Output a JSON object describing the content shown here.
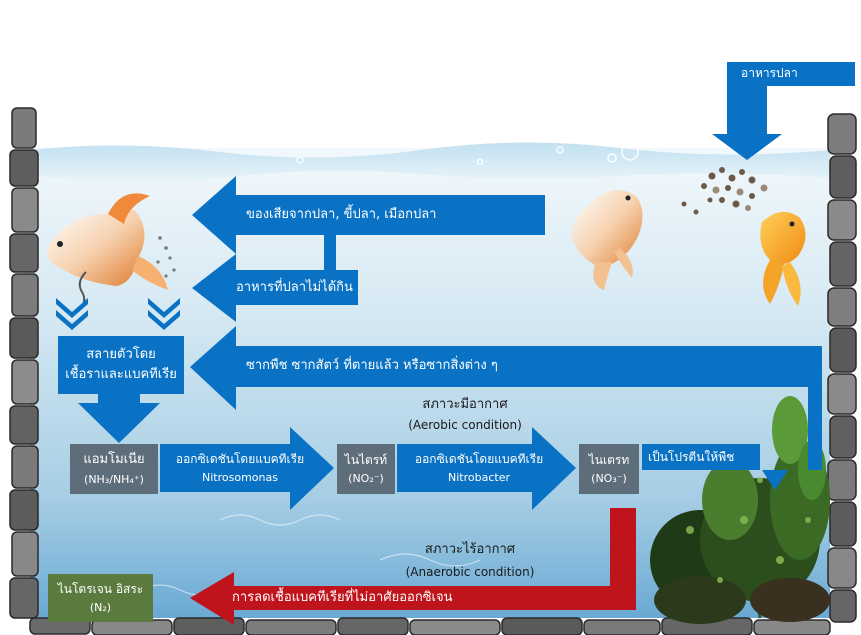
{
  "labels": {
    "fish_food": "อาหารปลา",
    "fish_waste": "ของเสียจากปลา, ขี้ปลา, เมือกปลา",
    "uneaten_food": "อาหารที่ปลาไม่ได้กิน",
    "dead_matter": "ซากพืช ซากสัตว์ ที่ตายแล้ว หรือซากสิ่งต่าง ๆ",
    "decompose_line1": "สลายตัวโดย",
    "decompose_line2": "เชื้อราและแบคทีเรีย",
    "aerobic_th": "สภาวะมีอากาศ",
    "aerobic_en": "(Aerobic condition)",
    "ammonia_th": "แอมโมเนีย",
    "ammonia_formula": "(NH₃/NH₄⁺)",
    "oxidize1_th": "ออกซิเดชันโดยแบคทีเรีย",
    "oxidize1_en": "Nitrosomonas",
    "nitrite_th": "ไนไตรท์",
    "nitrite_formula": "(NO₂⁻)",
    "oxidize2_th": "ออกซิเดชันโดยแบคทีเรีย",
    "oxidize2_en": "Nitrobacter",
    "nitrate_th": "ไนเตรท",
    "nitrate_formula": "(NO₃⁻)",
    "plant_protein": "เป็นโปรตีนให้พืช",
    "anaerobic_th": "สภาวะไร้อากาศ",
    "anaerobic_en": "(Anaerobic condition)",
    "denitrify": "การลดเชื้อแบคทีเรียที่ไม่อาศัยออกซิเจน",
    "nitrogen_th": "ไนโตรเจน อิสระ",
    "nitrogen_formula": "(N₂)"
  },
  "colors": {
    "arrow_blue": "#0a72c4",
    "arrow_red": "#c0141c",
    "box_grey": "#5d6d7a",
    "box_green": "#5a7a3e",
    "water_top": "#dcecf4",
    "water_bottom": "#6fb0d6",
    "stone": "#6e6e6e"
  }
}
